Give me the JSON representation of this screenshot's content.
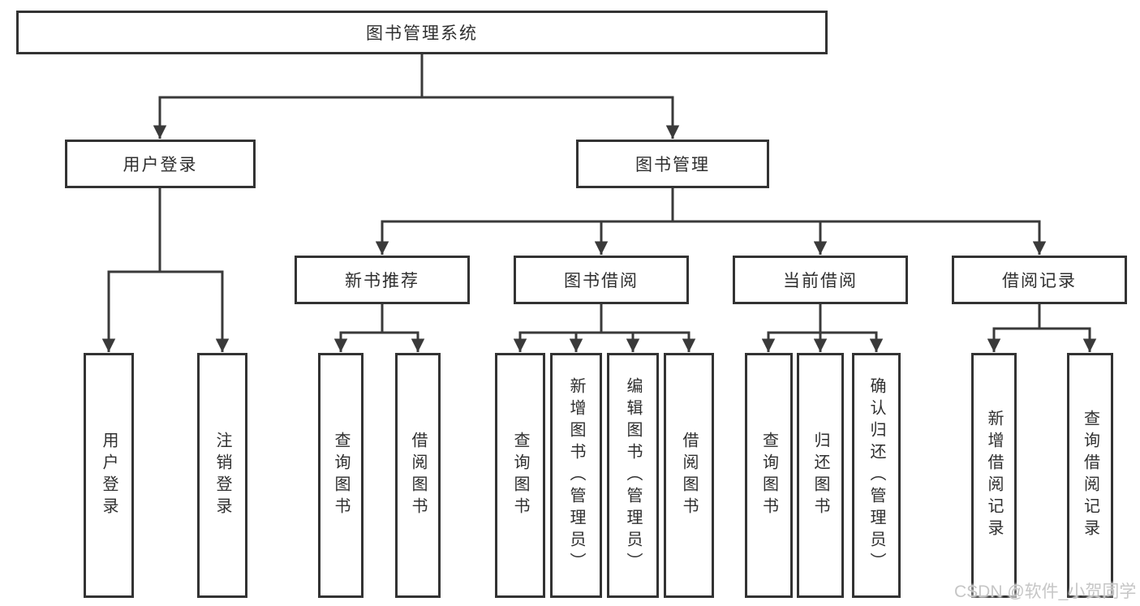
{
  "diagram_type": "hierarchy-tree",
  "colors": {
    "line": "#3a3a3a",
    "box_border": "#333333",
    "text": "#2f2f2f",
    "background": "#ffffff",
    "watermark": "#c6c6c6"
  },
  "tree": {
    "label": "图书管理系统",
    "children": [
      {
        "label": "用户登录",
        "children": [
          {
            "label": "用户登录"
          },
          {
            "label": "注销登录"
          }
        ]
      },
      {
        "label": "图书管理",
        "children": [
          {
            "label": "新书推荐",
            "children": [
              {
                "label": "查询图书"
              },
              {
                "label": "借阅图书"
              }
            ]
          },
          {
            "label": "图书借阅",
            "children": [
              {
                "label": "查询图书"
              },
              {
                "label": "新增图书（管理员）"
              },
              {
                "label": "编辑图书（管理员）"
              },
              {
                "label": "借阅图书"
              }
            ]
          },
          {
            "label": "当前借阅",
            "children": [
              {
                "label": "查询图书"
              },
              {
                "label": "归还图书"
              },
              {
                "label": "确认归还（管理员）"
              }
            ]
          },
          {
            "label": "借阅记录",
            "children": [
              {
                "label": "新增借阅记录"
              },
              {
                "label": "查询借阅记录"
              }
            ]
          }
        ]
      }
    ]
  },
  "watermark": {
    "text": "CSDN @软件_小贺同学"
  }
}
